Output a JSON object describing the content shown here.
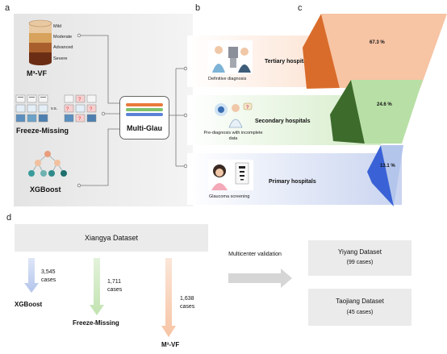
{
  "panels": {
    "a": "a",
    "b": "b",
    "c": "c",
    "d": "d"
  },
  "panel_a": {
    "severity_levels": [
      "Mild",
      "Moderate",
      "Advanced",
      "Severe"
    ],
    "m3vf_label": "M³-VF",
    "vs_label": "v.s.",
    "freeze_missing_label": "Freeze-Missing",
    "xgboost_label": "XGBoost",
    "center_label": "Multi-Glau"
  },
  "panel_b": {
    "tertiary": {
      "title": "Tertiary hospitals",
      "caption": "Definitive diagnosis"
    },
    "secondary": {
      "title": "Secondary hospitals",
      "caption": "Pre-diagnosis with incomplete data"
    },
    "primary": {
      "title": "Primary hospitals",
      "caption": "Glaucoma screening"
    }
  },
  "panel_c": {
    "values": [
      "67.3 %",
      "24.6 %",
      "13.1 %"
    ],
    "colors": {
      "tertiary_front": "#f7c4a4",
      "tertiary_side": "#d96c2b",
      "secondary_front": "#b8e0a6",
      "secondary_side": "#3d6b2c",
      "primary_front": "#b4c5ec",
      "primary_side": "#3a62d6"
    }
  },
  "panel_d": {
    "source": "Xiangya Dataset",
    "splits": [
      {
        "count": "3,545",
        "unit": "cases",
        "model": "XGBoost"
      },
      {
        "count": "1,711",
        "unit": "cases",
        "model": "Freeze-Missing"
      },
      {
        "count": "1,638",
        "unit": "cases",
        "model": "M³-VF"
      }
    ],
    "validation_label": "Multicenter validation",
    "external": [
      {
        "name": "Yiyang Dataset",
        "cases": "(99 cases)"
      },
      {
        "name": "Taojiang Dataset",
        "cases": "(45 cases)"
      }
    ]
  }
}
